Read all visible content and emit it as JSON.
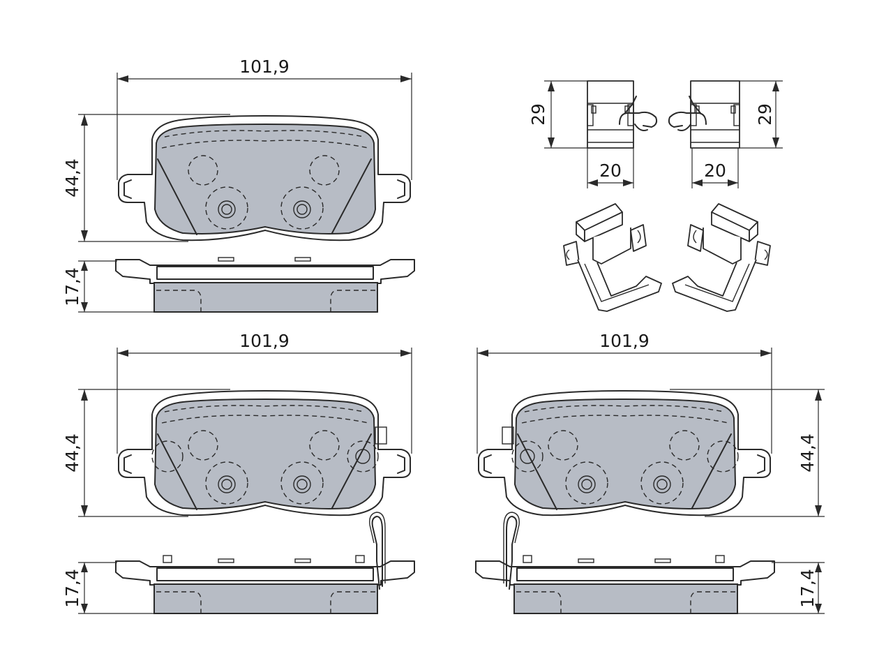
{
  "dimensions": {
    "width_top": "101,9",
    "height_top": "44,4",
    "thickness_top": "17,4",
    "clip_left_height": "29",
    "clip_left_width": "20",
    "clip_right_height": "29",
    "clip_right_width": "20",
    "width_bottom_left": "101,9",
    "height_bottom_left": "44,4",
    "thickness_bottom_left": "17,4",
    "width_bottom_right": "101,9",
    "height_bottom_right": "44,4",
    "thickness_bottom_right": "17,4"
  },
  "colors": {
    "friction_material": "#b7bcc5",
    "line": "#2a2a2a"
  }
}
